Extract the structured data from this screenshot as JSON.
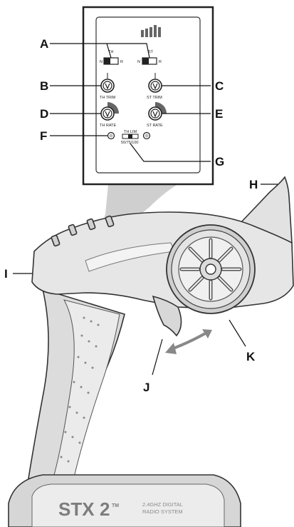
{
  "callouts": {
    "a": "A",
    "b": "B",
    "c": "C",
    "d": "D",
    "e": "E",
    "f": "F",
    "g": "G",
    "h": "H",
    "i": "I",
    "j": "J",
    "k": "K"
  },
  "panel": {
    "th_label": "TH",
    "st_label": "ST",
    "n_label": "N",
    "r_label": "R",
    "th_trim": "TH TRIM",
    "st_trim": "ST TRIM",
    "th_rate": "TH RATE",
    "st_rate": "ST RATE",
    "th_lim": "TH LIM",
    "th_lim_values": "50/75/100"
  },
  "branding": {
    "logo_stx": "STX",
    "logo_num": "2",
    "logo_tm": "TM",
    "line1": "2.4GHZ DIGITAL",
    "line2": "RADIO SYSTEM"
  }
}
